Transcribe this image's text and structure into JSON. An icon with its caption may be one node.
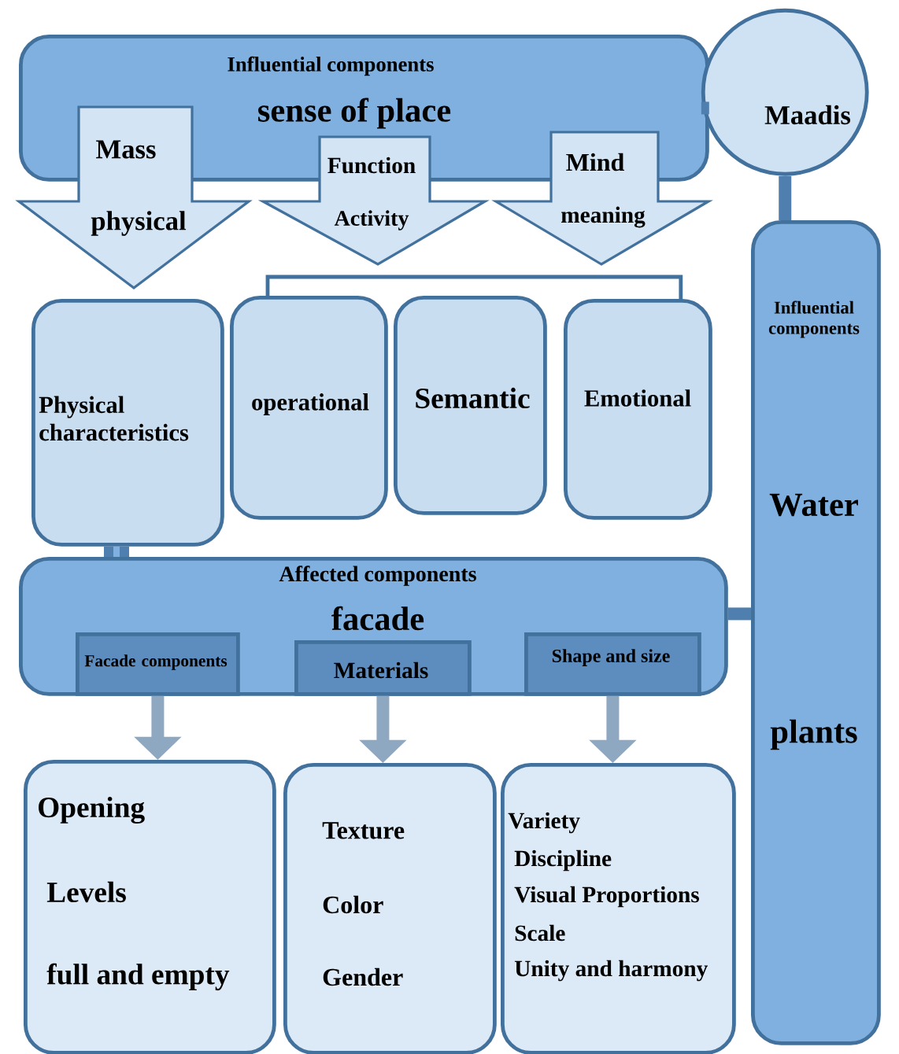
{
  "diagram": {
    "nodes": [
      {
        "text": [
          "Influential components",
          "sense of place"
        ]
      },
      {
        "text": [
          "Maadis"
        ]
      },
      {
        "text": [
          "Mass",
          "physical"
        ]
      },
      {
        "text": [
          "Function",
          "Activity"
        ]
      },
      {
        "text": [
          "Mind",
          "meaning"
        ]
      },
      {
        "text": [
          "Physical characteristics"
        ]
      },
      {
        "text": [
          "operational"
        ]
      },
      {
        "text": [
          "Semantic"
        ]
      },
      {
        "text": [
          "Emotional"
        ]
      },
      {
        "text": [
          "Influential components",
          "Water",
          "plants"
        ]
      },
      {
        "text": [
          "Affected components",
          "facade"
        ]
      },
      {
        "text": [
          "Facade components"
        ],
        "in": 10
      },
      {
        "text": [
          "Materials"
        ],
        "in": 10
      },
      {
        "text": [
          "Shape and size"
        ],
        "in": 10
      },
      {
        "text": [
          "Opening",
          "Levels",
          "full and empty"
        ]
      },
      {
        "text": [
          "Texture",
          "Color",
          "Gender"
        ]
      },
      {
        "text": [
          "Variety",
          "Discipline",
          "Visual Proportions",
          "Scale",
          "Unity and harmony"
        ]
      }
    ],
    "edges": [
      {
        "from": 0,
        "to": 1,
        "arrow": "none"
      },
      {
        "from": 1,
        "to": 9,
        "arrow": "none"
      },
      {
        "from": 5,
        "to": 10,
        "arrow": "none",
        "style": "thick"
      },
      {
        "from": 10,
        "to": 9,
        "arrow": "none"
      },
      {
        "from": 6,
        "to": 8,
        "arrow": "none"
      },
      {
        "from": 11,
        "to": 14,
        "arrow": "to",
        "color": "#8fa8c2"
      },
      {
        "from": 12,
        "to": 15,
        "arrow": "to",
        "color": "#8fa8c2"
      },
      {
        "from": 13,
        "to": 16,
        "arrow": "to",
        "color": "#8fa8c2"
      },
      {
        "from": 0,
        "to": 5,
        "arrow": "to"
      },
      {
        "from": 0,
        "to": 6,
        "arrow": "to"
      },
      {
        "from": 0,
        "to": 8,
        "arrow": "to"
      }
    ]
  }
}
